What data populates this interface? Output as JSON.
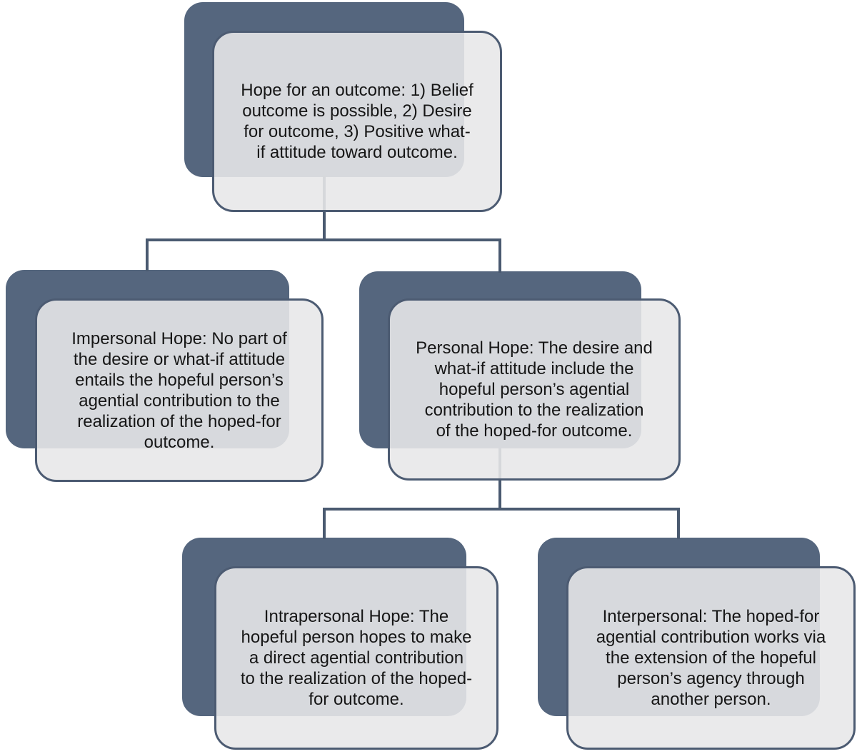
{
  "diagram": {
    "type": "hierarchy",
    "nodes": {
      "root": {
        "id": "root",
        "text": "Hope for an outcome: 1) Belief\noutcome is possible, 2) Desire\nfor outcome, 3) Positive what-\nif attitude toward outcome."
      },
      "impersonal": {
        "id": "impersonal",
        "text": "Impersonal Hope: No part of\nthe desire or what-if attitude\nentails the hopeful person’s\nagential contribution to the\nrealization of the hoped-for\noutcome."
      },
      "personal": {
        "id": "personal",
        "text": "Personal Hope: The desire and\nwhat-if attitude include the\nhopeful person’s agential\ncontribution to the realization\nof the hoped-for outcome."
      },
      "intrapersonal": {
        "id": "intrapersonal",
        "text": "Intrapersonal Hope: The\nhopeful person hopes to make\na direct agential contribution\nto the realization of the hoped-\nfor outcome."
      },
      "interpersonal": {
        "id": "interpersonal",
        "text": "Interpersonal: The hoped-for\nagential contribution works via\nthe extension of the hopeful\nperson’s agency through\nanother person."
      }
    },
    "edges": [
      {
        "from": "root",
        "to": "impersonal"
      },
      {
        "from": "root",
        "to": "personal"
      },
      {
        "from": "personal",
        "to": "intrapersonal"
      },
      {
        "from": "personal",
        "to": "interpersonal"
      }
    ]
  },
  "colors": {
    "bg": "#ffffff",
    "shape-fill": "#55667e",
    "card-fill": "rgba(231,231,233,0.89)",
    "card-border": "#4c5b72",
    "line": "#4a5a70",
    "text": "#161616"
  }
}
